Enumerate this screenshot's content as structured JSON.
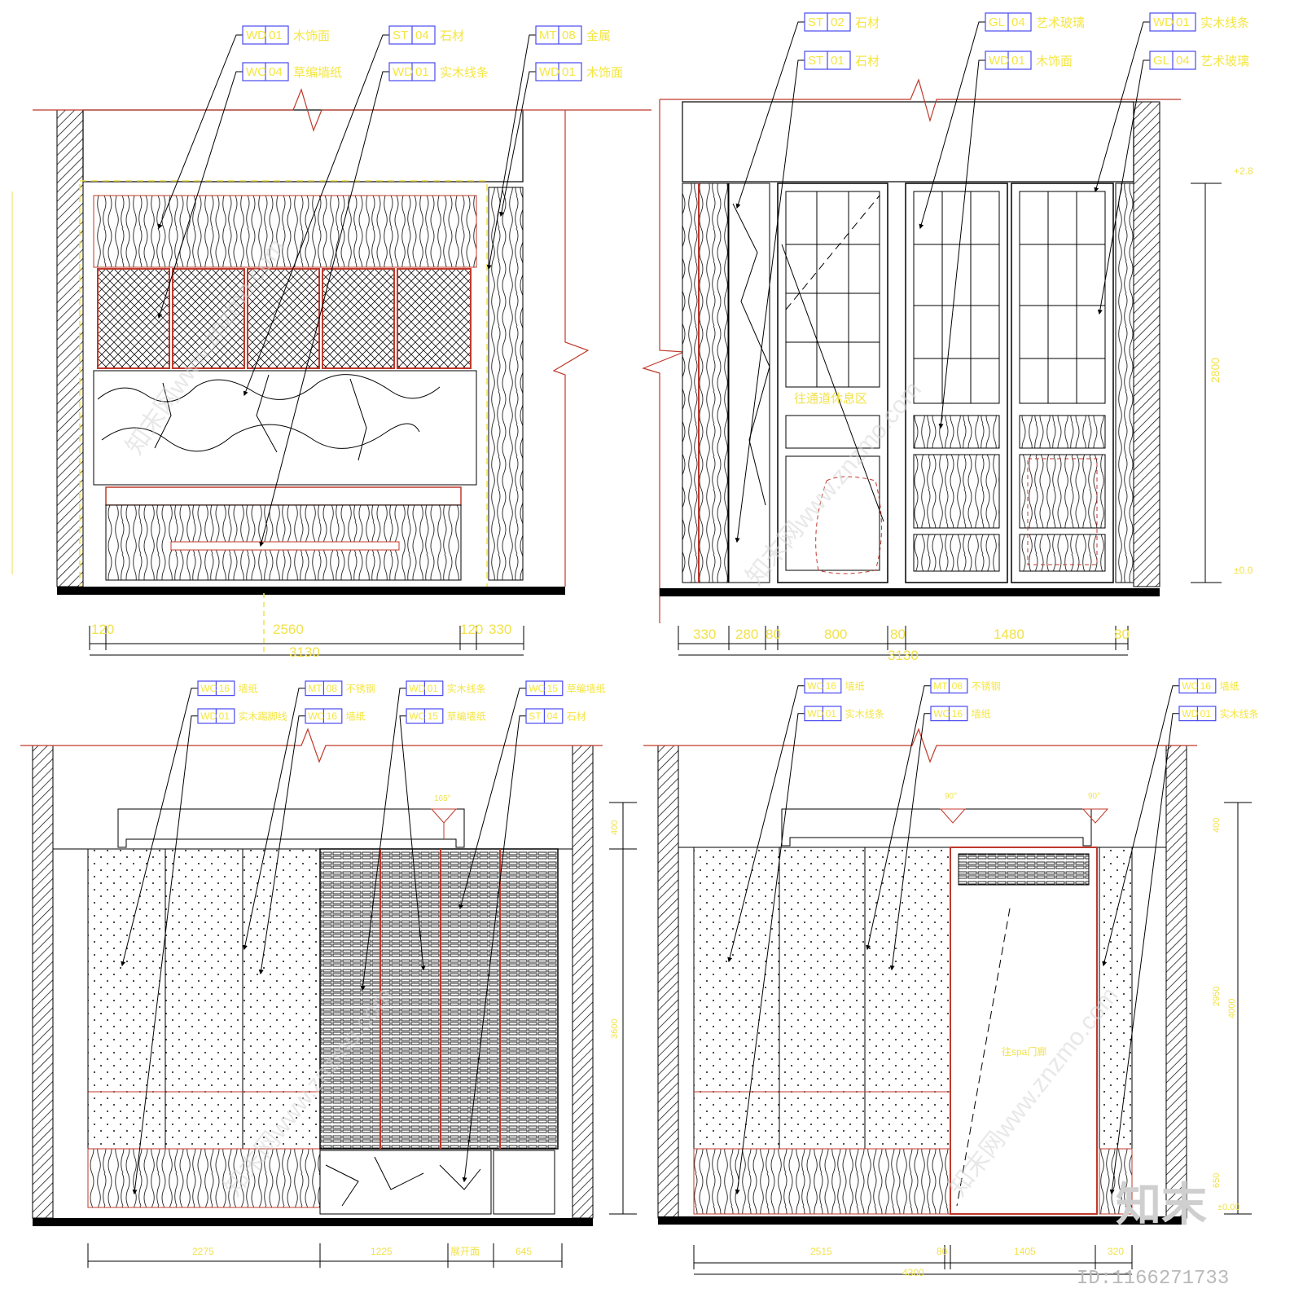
{
  "colors": {
    "tag_border": "#4a4af0",
    "tag_text": "#f5e642",
    "dimension": "#f2e24a",
    "outline": "#000000",
    "accent_red": "#c0392b",
    "floor": "#000000",
    "guide_dashed": "#f2e24a"
  },
  "icons": {
    "leader_arrow": "arrow-icon",
    "break_mark": "break-line-icon",
    "wall_hatch": "hatch-pattern-icon",
    "door_swing": "door-swing-icon"
  },
  "elevations": [
    {
      "id": "elev-top-left",
      "tags": [
        {
          "code": "WD",
          "num": "01",
          "label": "木饰面"
        },
        {
          "code": "ST",
          "num": "04",
          "label": "石材"
        },
        {
          "code": "MT",
          "num": "08",
          "label": "金属"
        },
        {
          "code": "WC",
          "num": "04",
          "label": "草编墙纸"
        },
        {
          "code": "WD",
          "num": "01",
          "label": "实木线条"
        },
        {
          "code": "WD",
          "num": "01",
          "label": "木饰面"
        }
      ],
      "dims": [
        "120",
        "2560",
        "120",
        "330"
      ],
      "total": "3130"
    },
    {
      "id": "elev-top-right",
      "tags": [
        {
          "code": "ST",
          "num": "02",
          "label": "石材"
        },
        {
          "code": "GL",
          "num": "04",
          "label": "艺术玻璃"
        },
        {
          "code": "WD",
          "num": "01",
          "label": "实木线条"
        },
        {
          "code": "ST",
          "num": "01",
          "label": "石材"
        },
        {
          "code": "WD",
          "num": "01",
          "label": "木饰面"
        },
        {
          "code": "GL",
          "num": "04",
          "label": "艺术玻璃"
        }
      ],
      "dims": [
        "330",
        "280",
        "80",
        "800",
        "80",
        "1480",
        "80"
      ],
      "total": "3130",
      "height": "2800",
      "levels": [
        "+2.8",
        "±0.0"
      ],
      "note": "往通道休息区"
    },
    {
      "id": "elev-bottom-left",
      "tags": [
        {
          "code": "WC",
          "num": "16",
          "label": "墙纸"
        },
        {
          "code": "MT",
          "num": "08",
          "label": "不锈钢"
        },
        {
          "code": "WD",
          "num": "01",
          "label": "实木线条"
        },
        {
          "code": "WC",
          "num": "15",
          "label": "草编墙纸"
        },
        {
          "code": "WD",
          "num": "01",
          "label": "实木踢脚线"
        },
        {
          "code": "WC",
          "num": "16",
          "label": "墙纸"
        },
        {
          "code": "WC",
          "num": "15",
          "label": "草编墙纸"
        },
        {
          "code": "ST",
          "num": "04",
          "label": "石材"
        }
      ],
      "dims": [
        "2275",
        "1225",
        "展开面",
        "645"
      ],
      "angle": "165°",
      "heights": [
        "400",
        "3600"
      ]
    },
    {
      "id": "elev-bottom-right",
      "tags": [
        {
          "code": "WC",
          "num": "16",
          "label": "墙纸"
        },
        {
          "code": "MT",
          "num": "08",
          "label": "不锈钢"
        },
        {
          "code": "WC",
          "num": "16",
          "label": "墙纸"
        },
        {
          "code": "WD",
          "num": "01",
          "label": "实木线条"
        },
        {
          "code": "WC",
          "num": "16",
          "label": "墙纸"
        },
        {
          "code": "WD",
          "num": "01",
          "label": "实木线条"
        }
      ],
      "dims": [
        "2515",
        "80",
        "1405",
        "320"
      ],
      "total": "4300",
      "angles": [
        "90°",
        "90°"
      ],
      "heights": [
        "400",
        "2950",
        "4000",
        "650"
      ],
      "level": "±0.00",
      "note": "往spa门廊"
    }
  ],
  "watermark": {
    "text": "知末网www.znzmo.com",
    "brand": "知末",
    "id_label": "ID:1166271733"
  }
}
